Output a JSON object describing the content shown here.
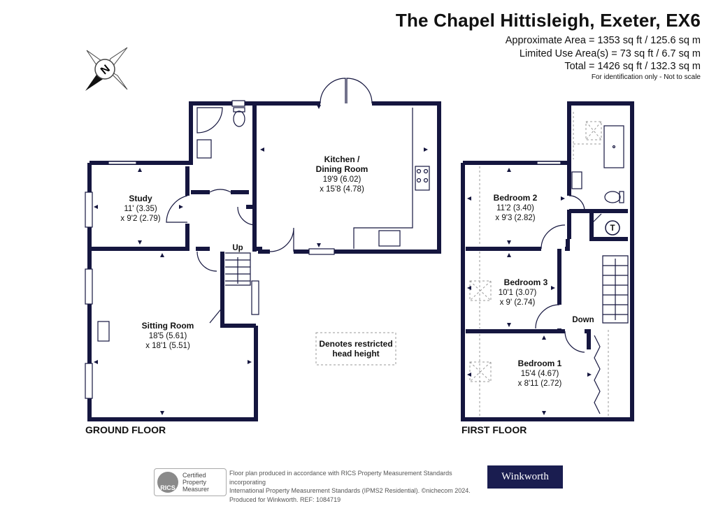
{
  "header": {
    "title": "The Chapel Hittisleigh, Exeter, EX6",
    "area_lines": [
      "Approximate Area = 1353 sq ft / 125.6 sq m",
      "Limited Use Area(s) = 73 sq ft / 6.7 sq m",
      "Total = 1426 sq ft / 132.3 sq m"
    ],
    "identification": "For identification only - Not to scale"
  },
  "compass": {
    "letter": "N",
    "icon": "compass-icon"
  },
  "rooms": {
    "kitchen": {
      "name1": "Kitchen /",
      "name2": "Dining Room",
      "dim1": "19'9 (6.02)",
      "dim2": "x 15'8 (4.78)"
    },
    "study": {
      "name": "Study",
      "dim1": "11' (3.35)",
      "dim2": "x 9'2 (2.79)"
    },
    "sitting": {
      "name": "Sitting Room",
      "dim1": "18'5 (5.61)",
      "dim2": "x 18'1 (5.51)"
    },
    "bedroom2": {
      "name": "Bedroom 2",
      "dim1": "11'2 (3.40)",
      "dim2": "x 9'3 (2.82)"
    },
    "bedroom3": {
      "name": "Bedroom 3",
      "dim1": "10'1 (3.07)",
      "dim2": "x 9' (2.74)"
    },
    "bedroom1": {
      "name": "Bedroom 1",
      "dim1": "15'4 (4.67)",
      "dim2": "x 8'11 (2.72)"
    }
  },
  "stairs": {
    "up": "Up",
    "down": "Down"
  },
  "cupboard_label": "T",
  "legend": {
    "line1": "Denotes restricted",
    "line2": "head height"
  },
  "floors": {
    "ground": "GROUND FLOOR",
    "first": "FIRST FLOOR"
  },
  "footer": {
    "rics_logo": "RICS",
    "rics_line1": "Certified",
    "rics_line2": "Property",
    "rics_line3": "Measurer",
    "text_line1": "Floor plan produced in accordance with RICS Property Measurement Standards incorporating",
    "text_line2": "International Property Measurement Standards (IPMS2 Residential). ©nichecom 2024.",
    "text_line3": "Produced for Winkworth.   REF: 1084719",
    "agent": "Winkworth"
  },
  "colors": {
    "wall": "#15163f",
    "dash": "#999999"
  }
}
